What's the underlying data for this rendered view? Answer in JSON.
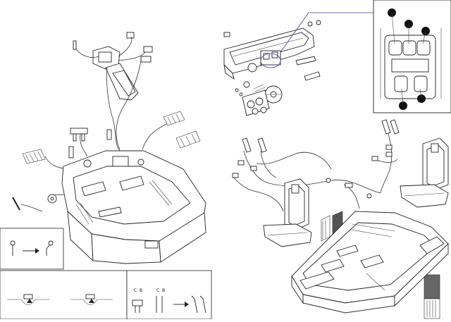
{
  "panels": {
    "inset_letters": {
      "bolt_box_a": "C",
      "bolt_box_b": "B",
      "bolt_box_c": "C",
      "bolt_box_d": "B"
    }
  },
  "icons": {
    "fuse_callouts": "black-circle-icon",
    "arrow": "right-arrow-icon",
    "pin": "pin-icon"
  },
  "colors": {
    "line": "#222222",
    "callout": "#111111",
    "inset_link": "#3a3aa8",
    "background": "#ffffff"
  }
}
